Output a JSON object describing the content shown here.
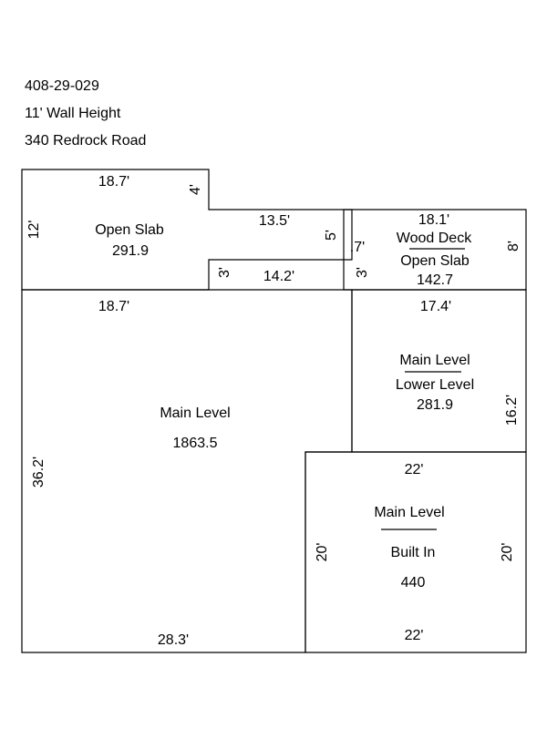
{
  "header": {
    "parcel_id": "408-29-029",
    "wall_height": "11' Wall Height",
    "address": "340 Redrock Road"
  },
  "areas": {
    "open_slab": {
      "label": "Open Slab",
      "area": "291.9"
    },
    "wood_deck": {
      "label_top": "Wood Deck",
      "label_bottom": "Open Slab",
      "area": "142.7"
    },
    "main_level": {
      "label": "Main Level",
      "area": "1863.5"
    },
    "lower_level": {
      "label_top": "Main Level",
      "label_bottom": "Lower Level",
      "area": "281.9"
    },
    "built_in": {
      "label_top": "Main Level",
      "label_bottom": "Built In",
      "area": "440"
    }
  },
  "dimensions": {
    "open_slab_top": "18.7'",
    "open_slab_notch": "4'",
    "open_slab_left": "12'",
    "open_slab_right_top": "13.5'",
    "open_slab_right_side": "5'",
    "open_slab_step": "3'",
    "open_slab_bottom_right": "14.2'",
    "gap": ".7'",
    "step_3": "3'",
    "deck_top": "18.1'",
    "deck_right": "8'",
    "main_top": "18.7'",
    "main_left": "36.2'",
    "main_bottom": "28.3'",
    "lower_top": "17.4'",
    "lower_right": "16.2'",
    "built_top": "22'",
    "built_left": "20'",
    "built_right": "20'",
    "built_bottom": "22'"
  }
}
